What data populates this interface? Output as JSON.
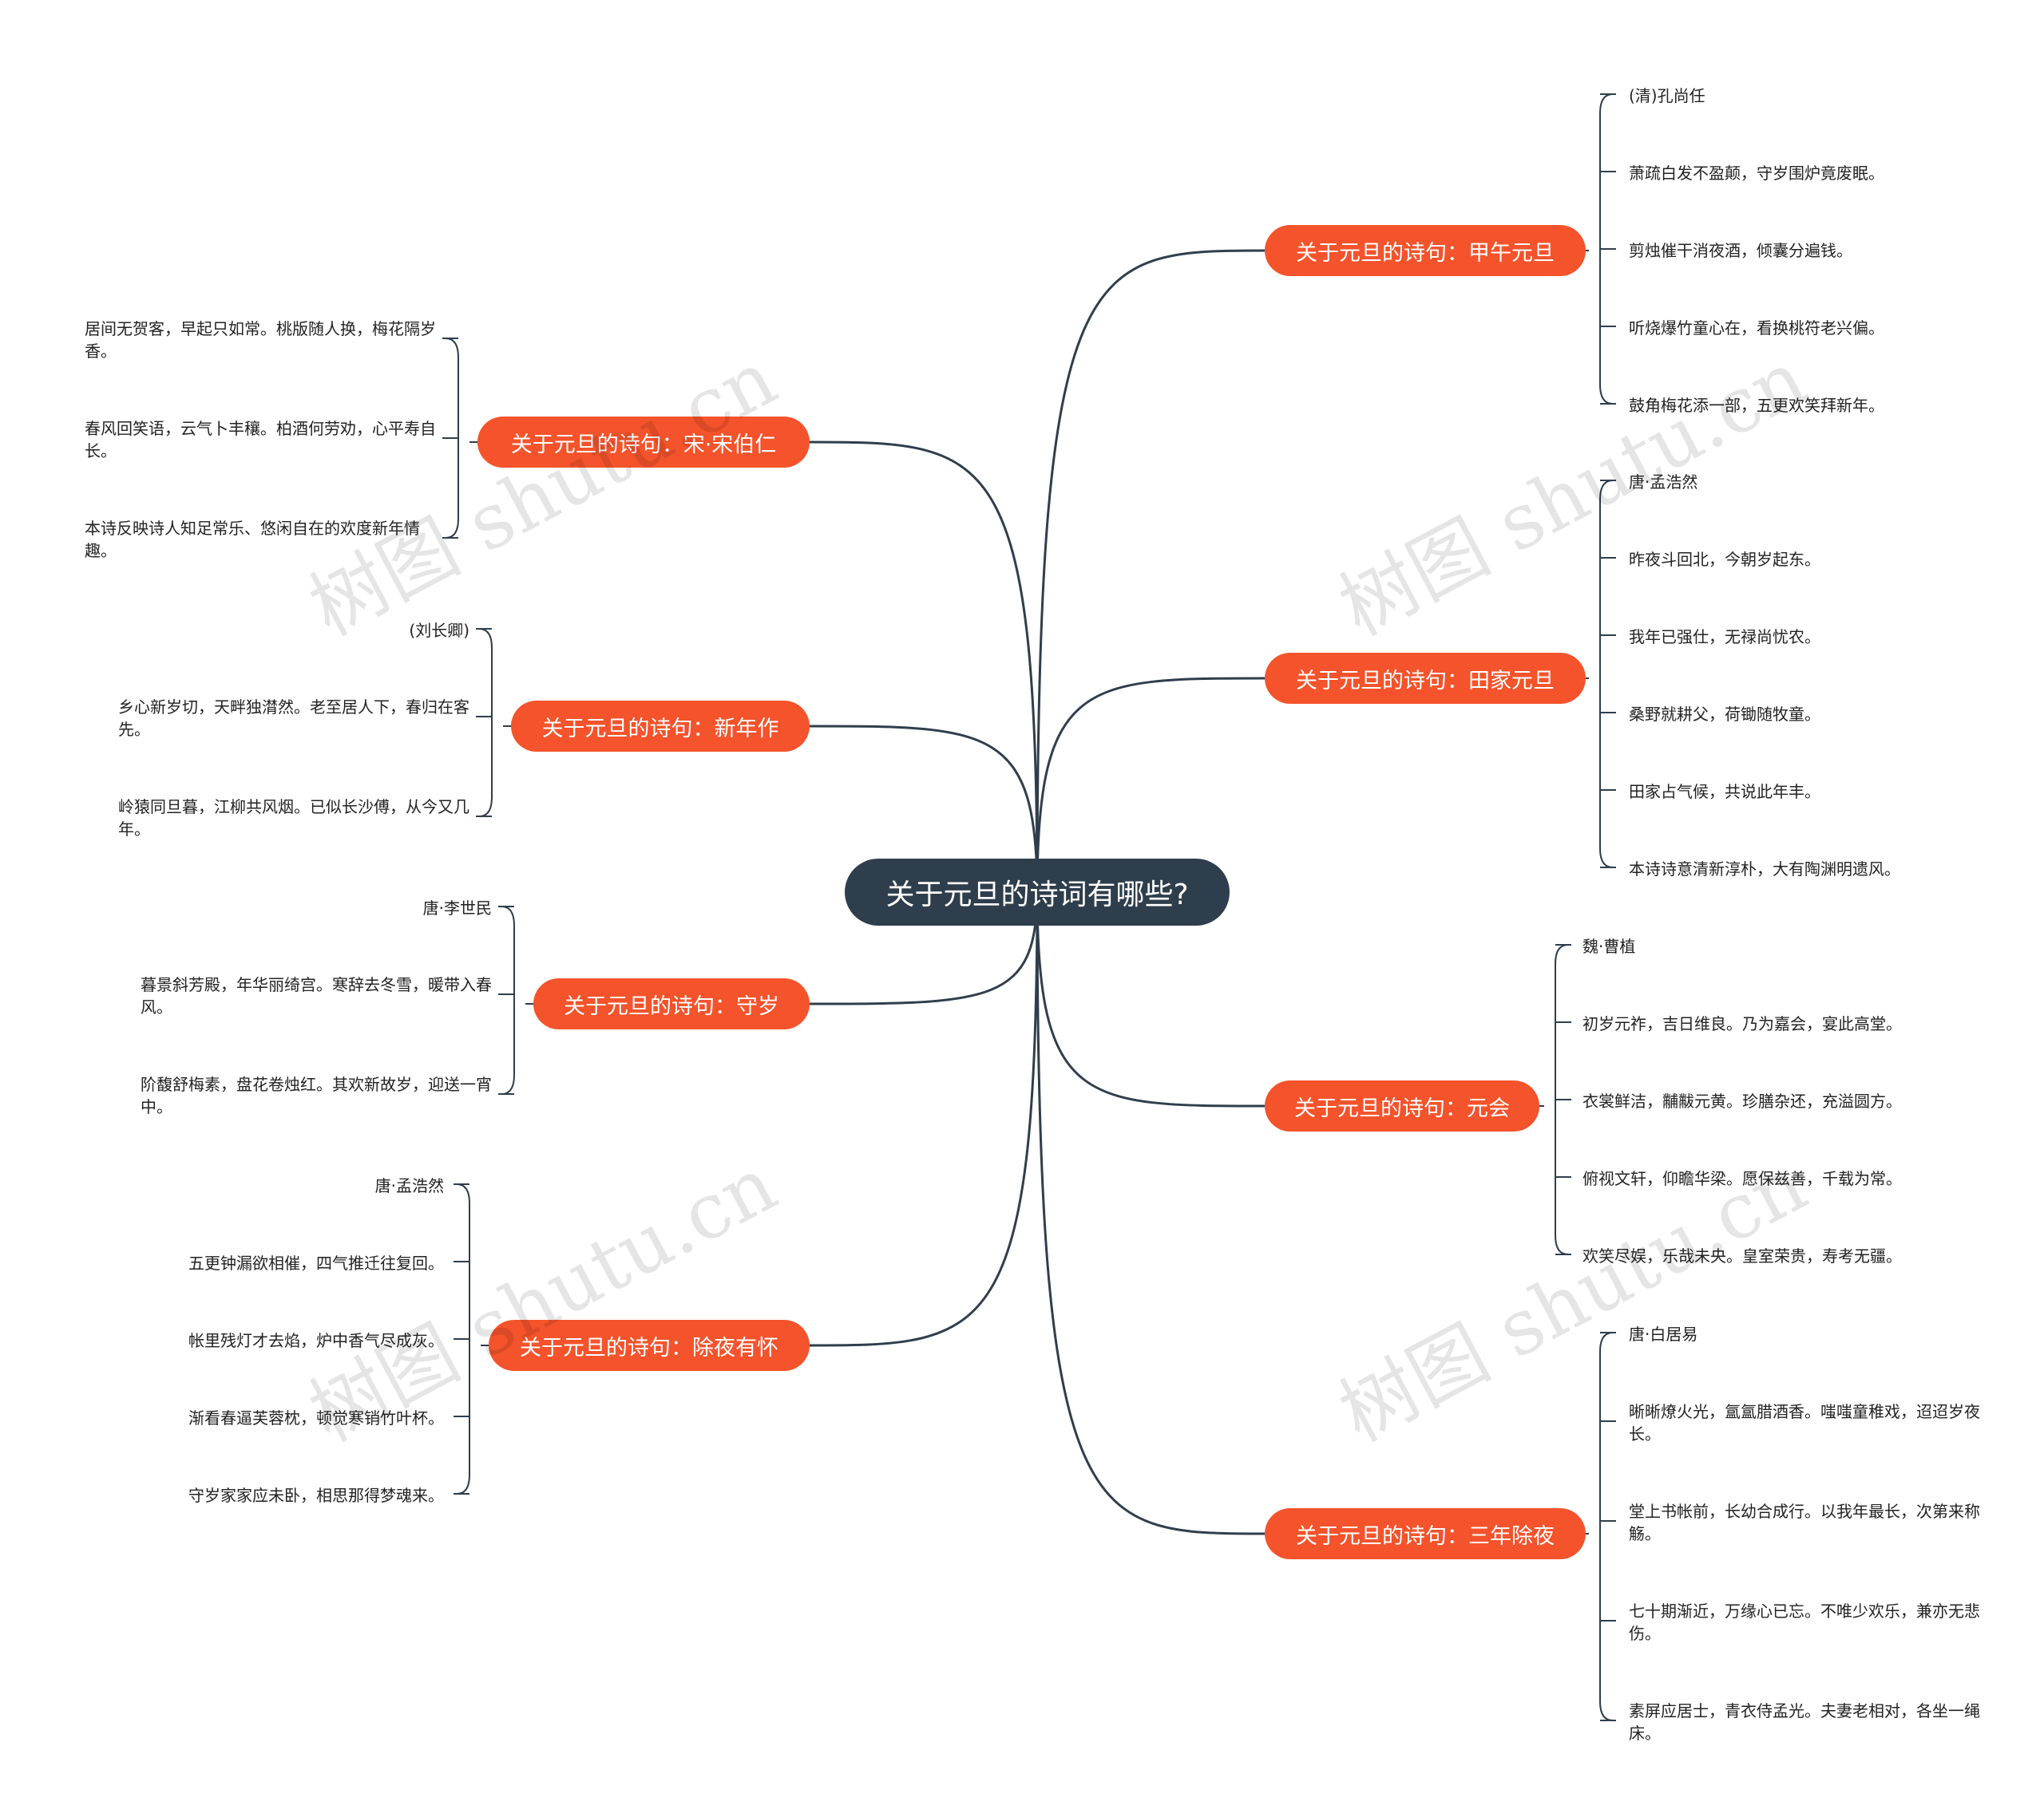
{
  "root": {
    "title": "关于元旦的诗词有哪些?"
  },
  "topics": [
    {
      "label": "关于元旦的诗句：甲午元旦",
      "leaves": [
        "(清)孔尚任",
        "萧疏白发不盈颠，守岁围炉竟废眠。",
        "剪烛催干消夜酒，倾囊分遍钱。",
        "听烧爆竹童心在，看换桃符老兴偏。",
        "鼓角梅花添一部，五更欢笑拜新年。"
      ]
    },
    {
      "label": "关于元旦的诗句：田家元旦",
      "leaves": [
        "唐·孟浩然",
        "昨夜斗回北，今朝岁起东。",
        "我年已强仕，无禄尚忧农。",
        "桑野就耕父，荷锄随牧童。",
        "田家占气候，共说此年丰。",
        "本诗诗意清新淳朴，大有陶渊明遗风。"
      ]
    },
    {
      "label": "关于元旦的诗句：元会",
      "leaves": [
        "魏·曹植",
        "初岁元祚，吉日维良。乃为嘉会，宴此高堂。",
        "衣裳鲜洁，黼黻元黄。珍膳杂还，充溢圆方。",
        "俯视文轩，仰瞻华梁。愿保兹善，千载为常。",
        "欢笑尽娱，乐哉未央。皇室荣贵，寿考无疆。"
      ]
    },
    {
      "label": "关于元旦的诗句：三年除夜",
      "leaves": [
        "唐·白居易",
        "晰晰燎火光，氲氲腊酒香。嗤嗤童稚戏，迢迢岁夜长。",
        "堂上书帐前，长幼合成行。以我年最长，次第来称觞。",
        "七十期渐近，万缘心已忘。不唯少欢乐，兼亦无悲伤。",
        "素屏应居士，青衣侍孟光。夫妻老相对，各坐一绳床。"
      ]
    },
    {
      "label": "关于元旦的诗句：宋·宋伯仁",
      "leaves": [
        "居间无贺客，早起只如常。桃版随人换，梅花隔岁香。",
        "春风回笑语，云气卜丰穰。柏酒何劳劝，心平寿自长。",
        "本诗反映诗人知足常乐、悠闲自在的欢度新年情趣。"
      ]
    },
    {
      "label": "关于元旦的诗句：新年作",
      "leaves": [
        "(刘长卿)",
        "乡心新岁切，天畔独潸然。老至居人下，春归在客先。",
        "岭猿同旦暮，江柳共风烟。已似长沙傅，从今又几年。"
      ]
    },
    {
      "label": "关于元旦的诗句：守岁",
      "leaves": [
        "唐·李世民",
        "暮景斜芳殿，年华丽绮宫。寒辞去冬雪，暖带入春风。",
        "阶馥舒梅素，盘花卷烛红。其欢新故岁，迎送一宵中。"
      ]
    },
    {
      "label": "关于元旦的诗句：除夜有怀",
      "leaves": [
        "唐·孟浩然",
        "五更钟漏欲相催，四气推迁往复回。",
        "帐里残灯才去焰，炉中香气尽成灰。",
        "渐看春逼芙蓉枕，顿觉寒销竹叶杯。",
        "守岁家家应未卧，相思那得梦魂来。"
      ]
    }
  ],
  "watermark": "树图 shutu.cn",
  "colors": {
    "root_bg": "#2f3e4c",
    "topic_bg": "#f4532b",
    "line": "#2f3e4c",
    "text": "#222222"
  }
}
